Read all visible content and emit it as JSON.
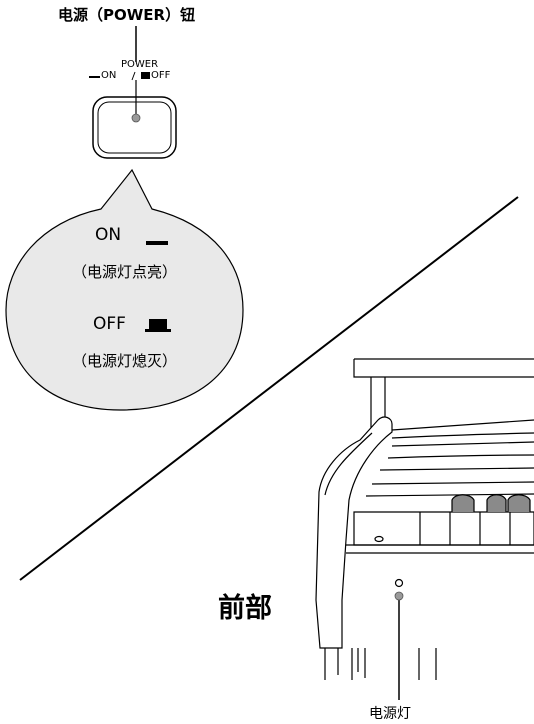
{
  "power_button": {
    "title": "电源（POWER）钮",
    "power_word": "POWER",
    "on_label": "ON",
    "off_label": "OFF"
  },
  "callout": {
    "on_label": "ON",
    "on_note": "（电源灯点亮）",
    "off_label": "OFF",
    "off_note": "（电源灯熄灭）"
  },
  "front_label": "前部",
  "lamp_label": "电源灯"
}
